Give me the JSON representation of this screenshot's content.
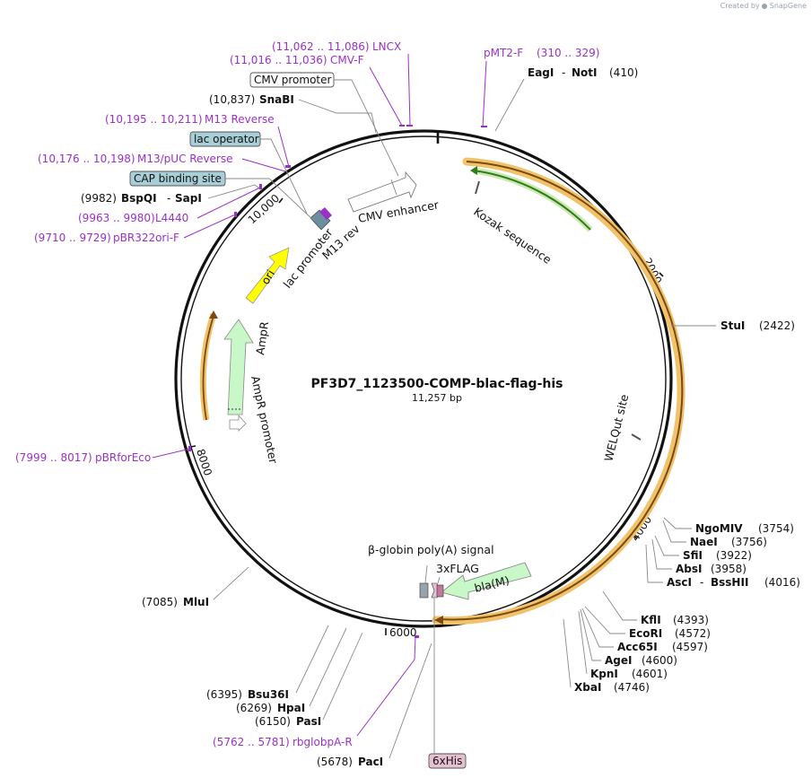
{
  "credit": {
    "text": "Created by",
    "brand": "SnapGene"
  },
  "plasmid": {
    "name": "PF3D7_1123500-COMP-blac-flag-his",
    "size": "11,257 bp"
  },
  "ticks": [
    "10,000",
    "2000",
    "4000",
    "6000",
    "8000"
  ],
  "features": {
    "cmv_enhancer": "CMV enhancer",
    "kozak": "Kozak sequence",
    "lac_promoter": "lac promoter",
    "m13_rev": "M13 rev",
    "ori": "ori",
    "ampr": "AmpR",
    "ampr_promoter": "AmpR promoter",
    "welqut": "WELQut site",
    "bla": "bla(M)",
    "globin": "β-globin poly(A) signal",
    "flag": "3xFLAG"
  },
  "boxed": {
    "cmv_promoter": "CMV promoter",
    "lac_operator": "lac operator",
    "cap_site": "CAP binding site",
    "his": "6xHis"
  },
  "primers": {
    "lncx": {
      "range": "(11,062 .. 11,086)",
      "name": "LNCX"
    },
    "cmvf": {
      "range": "(11,016 .. 11,036)",
      "name": "CMV-F"
    },
    "pmt2f": {
      "range": "(310 .. 329)",
      "name": "pMT2-F"
    },
    "m13rev": {
      "range": "(10,195 .. 10,211)",
      "name": "M13 Reverse"
    },
    "m13puc": {
      "range": "(10,176 .. 10,198)",
      "name": "M13/pUC Reverse"
    },
    "l4440": {
      "range": "(9963 .. 9980)",
      "name": "L4440"
    },
    "pbr322": {
      "range": "(9710 .. 9729)",
      "name": "pBR322ori-F"
    },
    "pbrfor": {
      "range": "(7999 .. 8017)",
      "name": "pBRforEco"
    },
    "rbglob": {
      "range": "(5762 .. 5781)",
      "name": "rbglobpA-R"
    }
  },
  "sites": {
    "snabi": {
      "pos": "(10,837)",
      "name": "SnaBI"
    },
    "bspqi": {
      "pos": "(9982)",
      "name": "BspQI",
      "name2": "SapI"
    },
    "eagi": {
      "name": "EagI",
      "name2": "NotI",
      "pos": "(410)"
    },
    "stui": {
      "name": "StuI",
      "pos": "(2422)"
    },
    "ngomiv": {
      "name": "NgoMIV",
      "pos": "(3754)"
    },
    "naei": {
      "name": "NaeI",
      "pos": "(3756)"
    },
    "sfii": {
      "name": "SfiI",
      "pos": "(3922)"
    },
    "absi": {
      "name": "AbsI",
      "pos": "(3958)"
    },
    "asci": {
      "name": "AscI",
      "name2": "BssHII",
      "pos": "(4016)"
    },
    "kfli": {
      "name": "KflI",
      "pos": "(4393)"
    },
    "ecori": {
      "name": "EcoRI",
      "pos": "(4572)"
    },
    "acc65i": {
      "name": "Acc65I",
      "pos": "(4597)"
    },
    "agei": {
      "name": "AgeI",
      "pos": "(4600)"
    },
    "kpni": {
      "name": "KpnI",
      "pos": "(4601)"
    },
    "xbai": {
      "name": "XbaI",
      "pos": "(4746)"
    },
    "mlui": {
      "pos": "(7085)",
      "name": "MluI"
    },
    "bsu36i": {
      "pos": "(6395)",
      "name": "Bsu36I"
    },
    "hpai": {
      "pos": "(6269)",
      "name": "HpaI"
    },
    "pasi": {
      "pos": "(6150)",
      "name": "PasI"
    },
    "paci": {
      "pos": "(5678)",
      "name": "PacI"
    }
  },
  "colors": {
    "backbone": "#111111",
    "primer": "#9b30c8",
    "orf_outline": "#f2c26b",
    "orf_line": "#7a4a12",
    "ori": "#ffff00",
    "ampr": "#c8f7c8",
    "bla": "#c8f7c8",
    "box_blue": "#a8cfd8",
    "box_pink": "#e6bfd0",
    "kozak_line": "#2e7d1a"
  }
}
